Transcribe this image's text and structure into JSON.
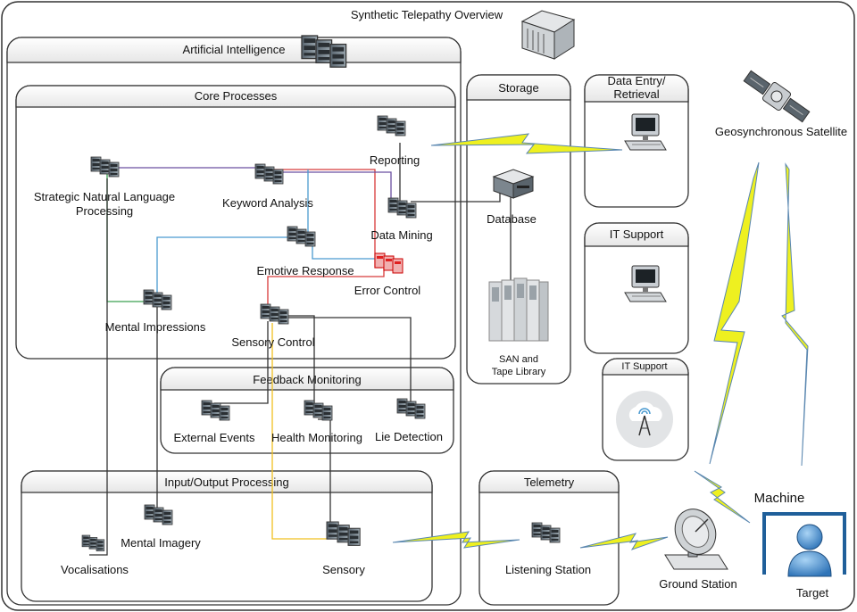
{
  "title": "Synthetic Telepathy Overview",
  "groups": {
    "ai": "Artificial Intelligence",
    "core": "Core Processes",
    "feedback": "Feedback Monitoring",
    "io": "Input/Output Processing",
    "storage": "Storage",
    "data_entry_1": "Data Entry/",
    "data_entry_2": "Retrieval",
    "it_support_1": "IT Support",
    "it_support_2": "IT Support",
    "telemetry": "Telemetry"
  },
  "nodes": {
    "snlp_1": "Strategic Natural Language",
    "snlp_2": "Processing",
    "keyword": "Keyword Analysis",
    "reporting": "Reporting",
    "data_mining": "Data Mining",
    "emotive": "Emotive Response",
    "error_control": "Error Control",
    "mental_impressions": "Mental Impressions",
    "sensory_control": "Sensory Control",
    "external_events": "External Events",
    "health_monitoring": "Health Monitoring",
    "lie_detection": "Lie Detection",
    "mental_imagery": "Mental Imagery",
    "vocalisations": "Vocalisations",
    "sensory": "Sensory",
    "database": "Database",
    "san_1": "SAN and",
    "san_2": "Tape Library",
    "listening_station": "Listening Station",
    "ground_station": "Ground Station",
    "satellite": "Geosynchronous Satellite",
    "machine": "Machine",
    "target": "Target"
  },
  "icons": [
    "server-icon",
    "computer-icon",
    "satellite-icon",
    "dish-icon",
    "person-icon",
    "wifi-tower-icon",
    "san-rack-icon"
  ],
  "colors": {
    "link_purple": "#6a4fa0",
    "link_red": "#d83a3a",
    "link_blue": "#4a9ad0",
    "link_green": "#3aa050",
    "link_yellow": "#f0c020",
    "link_dark": "#333333",
    "lightning": "#eef020",
    "target_frame": "#1f5f9a"
  }
}
